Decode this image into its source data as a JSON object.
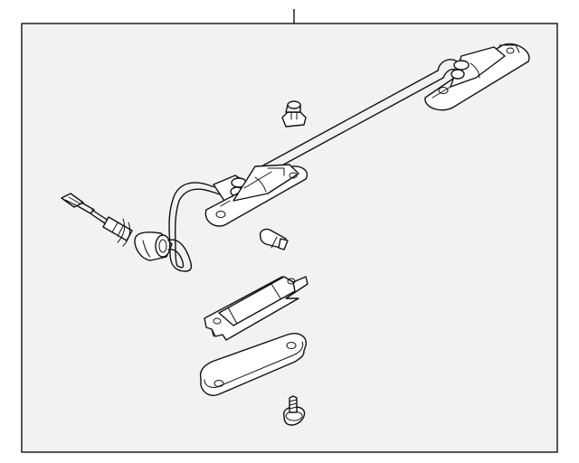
{
  "diagram": {
    "background_color": "#ffffff",
    "frame_fill": "#f2f2f2",
    "line_color": "#111111",
    "parts": [
      {
        "name": "license-lamp-wiring-harness",
        "icon": "harness-icon"
      },
      {
        "name": "push-in-retainer-nut",
        "icon": "retainer-icon"
      },
      {
        "name": "lamp-bulb",
        "icon": "bulb-icon"
      },
      {
        "name": "lamp-housing",
        "icon": "housing-icon"
      },
      {
        "name": "lamp-lens",
        "icon": "lens-icon"
      },
      {
        "name": "mounting-screw",
        "icon": "screw-icon"
      }
    ]
  }
}
